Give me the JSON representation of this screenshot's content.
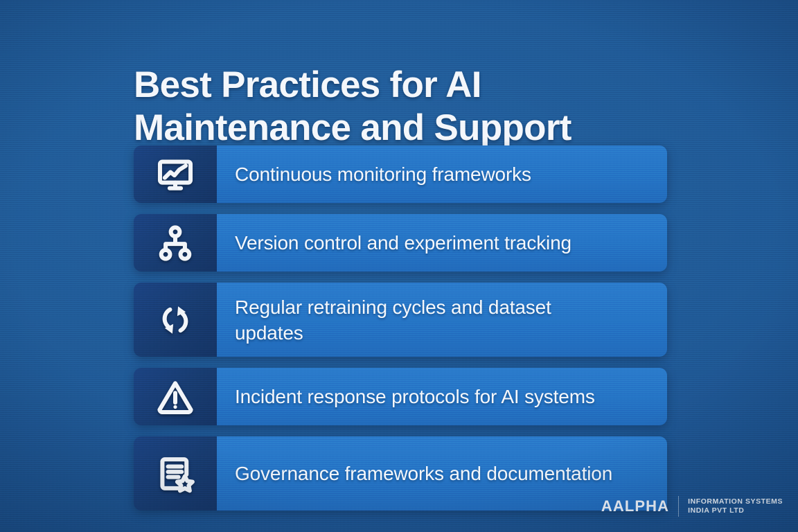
{
  "title": {
    "line1": "Best Practices for AI",
    "line2": "Maintenance and Support"
  },
  "colors": {
    "background": "#1f5895",
    "bar": "#2472c4",
    "icon_tile": "#173a6e",
    "text": "#f5f8fc"
  },
  "items": [
    {
      "icon": "monitor-chart-icon",
      "label": "Continuous monitoring frameworks",
      "lines": 1
    },
    {
      "icon": "hierarchy-branch-icon",
      "label": "Version control and experiment tracking",
      "lines": 1
    },
    {
      "icon": "refresh-cycle-icon",
      "label": "Regular retraining cycles and dataset updates",
      "lines": 2
    },
    {
      "icon": "warning-triangle-icon",
      "label": "Incident response protocols for AI systems",
      "lines": 1
    },
    {
      "icon": "document-star-icon",
      "label": "Governance frameworks and documentation",
      "lines": 2
    }
  ],
  "logo": {
    "word": "AALPHA",
    "sub_line1": "INFORMATION SYSTEMS",
    "sub_line2": "INDIA PVT LTD"
  }
}
